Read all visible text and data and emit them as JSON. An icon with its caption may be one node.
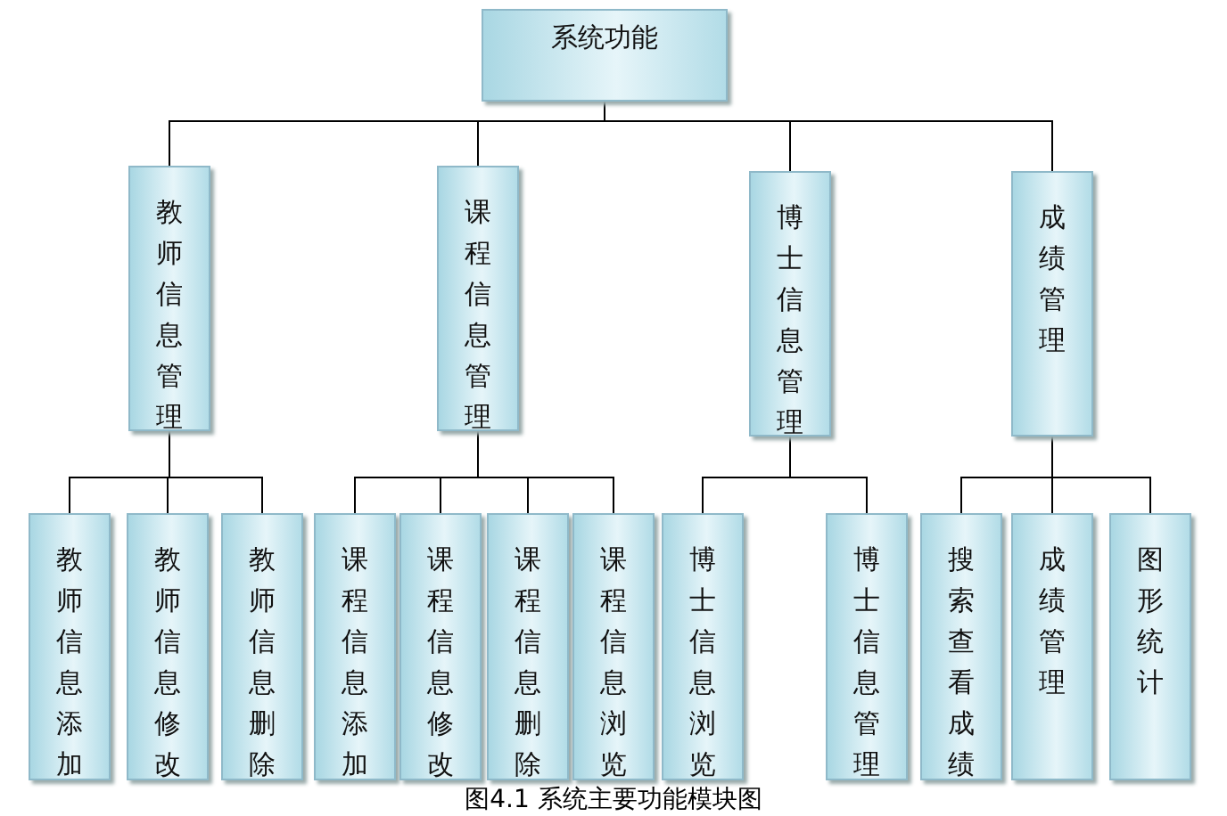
{
  "diagram": {
    "caption": "图4.1 系统主要功能模块图",
    "nodes": [
      {
        "text": [
          "系统功能"
        ]
      },
      {
        "text": [
          "教师信息管理"
        ]
      },
      {
        "text": [
          "课程信息管理"
        ]
      },
      {
        "text": [
          "博士信息管理"
        ]
      },
      {
        "text": [
          "成绩管理"
        ]
      },
      {
        "text": [
          "教师信息添加"
        ]
      },
      {
        "text": [
          "教师信息修改"
        ]
      },
      {
        "text": [
          "教师信息删除"
        ]
      },
      {
        "text": [
          "课程信息添加"
        ]
      },
      {
        "text": [
          "课程信息修改"
        ]
      },
      {
        "text": [
          "课程信息删除"
        ]
      },
      {
        "text": [
          "课程信息浏览"
        ]
      },
      {
        "text": [
          "博士信息浏览"
        ]
      },
      {
        "text": [
          "博士信息管理"
        ]
      },
      {
        "text": [
          "搜索查看成绩"
        ]
      },
      {
        "text": [
          "成绩管理"
        ]
      },
      {
        "text": [
          "图形统计"
        ]
      }
    ],
    "edges": [
      {
        "from": 0,
        "to": 1,
        "arrow": "none"
      },
      {
        "from": 0,
        "to": 2,
        "arrow": "none"
      },
      {
        "from": 0,
        "to": 3,
        "arrow": "none"
      },
      {
        "from": 0,
        "to": 4,
        "arrow": "none"
      },
      {
        "from": 1,
        "to": 5,
        "arrow": "none"
      },
      {
        "from": 1,
        "to": 6,
        "arrow": "none"
      },
      {
        "from": 1,
        "to": 7,
        "arrow": "none"
      },
      {
        "from": 2,
        "to": 8,
        "arrow": "none"
      },
      {
        "from": 2,
        "to": 9,
        "arrow": "none"
      },
      {
        "from": 2,
        "to": 10,
        "arrow": "none"
      },
      {
        "from": 2,
        "to": 11,
        "arrow": "none"
      },
      {
        "from": 3,
        "to": 12,
        "arrow": "none"
      },
      {
        "from": 3,
        "to": 13,
        "arrow": "none"
      },
      {
        "from": 4,
        "to": 14,
        "arrow": "none"
      },
      {
        "from": 4,
        "to": 15,
        "arrow": "none"
      },
      {
        "from": 4,
        "to": 16,
        "arrow": "none"
      }
    ]
  }
}
